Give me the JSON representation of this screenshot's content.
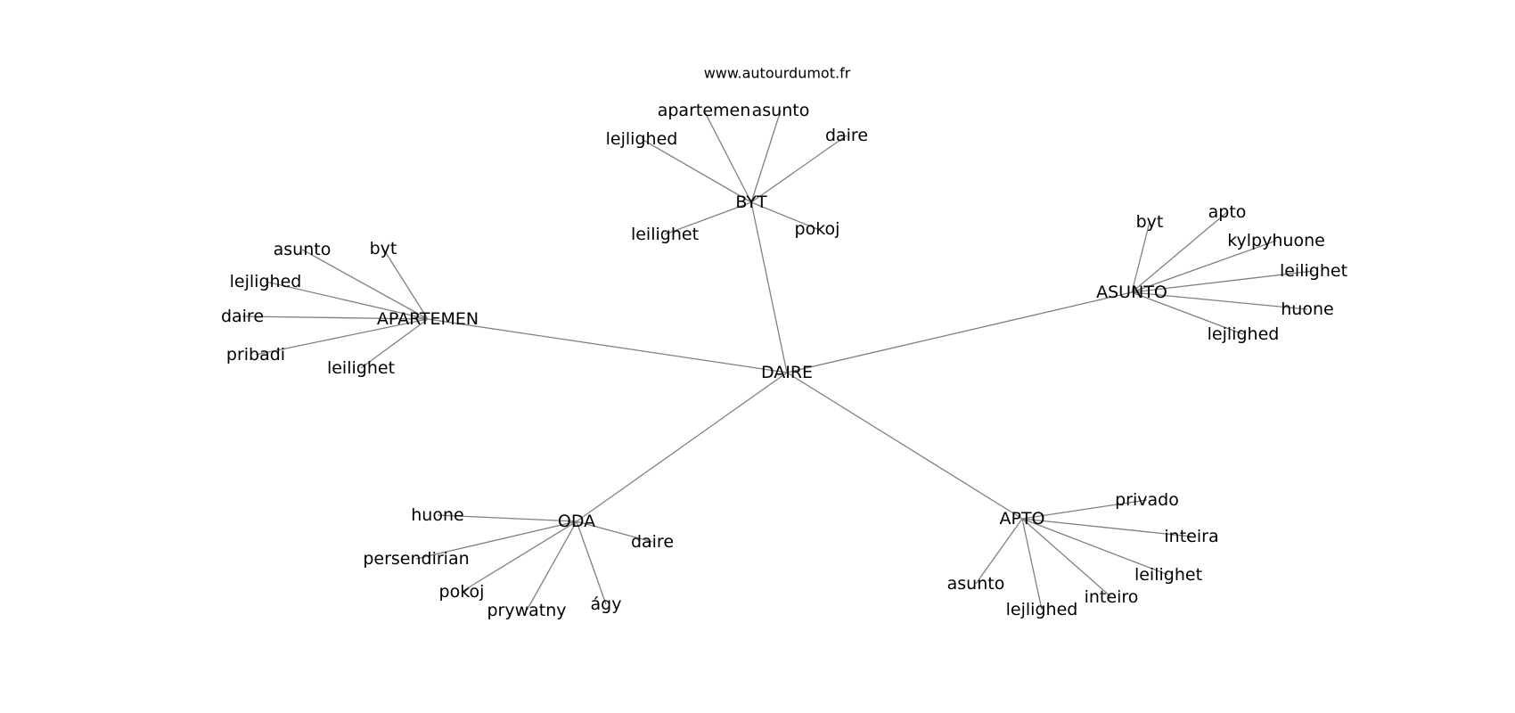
{
  "watermark": "www.autourdumot.fr",
  "graph": {
    "center": "DAIRE",
    "hubs": [
      {
        "label": "BYT",
        "leaves": [
          "apartemen",
          "asunto",
          "lejlighed",
          "daire",
          "leilighet",
          "pokoj"
        ]
      },
      {
        "label": "APARTEMEN",
        "leaves": [
          "asunto",
          "byt",
          "lejlighed",
          "daire",
          "pribadi",
          "leilighet"
        ]
      },
      {
        "label": "ASUNTO",
        "leaves": [
          "byt",
          "apto",
          "kylpyhuone",
          "leilighet",
          "huone",
          "lejlighed"
        ]
      },
      {
        "label": "ODA",
        "leaves": [
          "huone",
          "persendirian",
          "pokoj",
          "prywatny",
          "ágy",
          "daire"
        ]
      },
      {
        "label": "APTO",
        "leaves": [
          "privado",
          "inteira",
          "leilighet",
          "inteiro",
          "lejlighed",
          "asunto"
        ]
      }
    ]
  }
}
